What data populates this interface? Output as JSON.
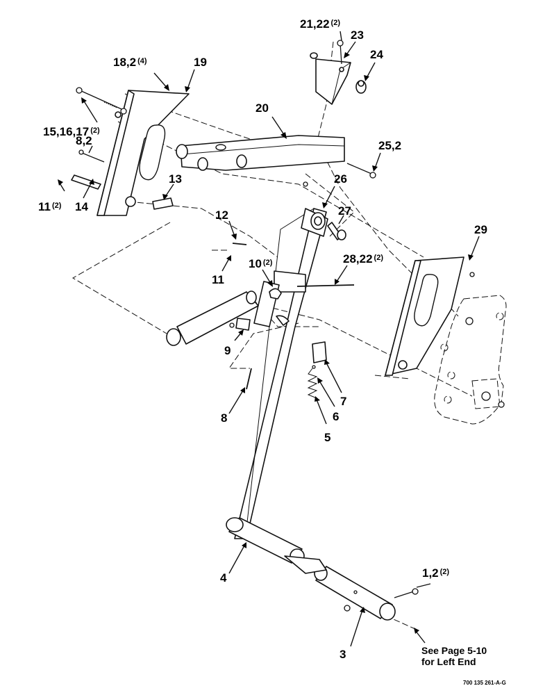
{
  "callouts": {
    "c1": {
      "num": "1,2",
      "qty": "(2)"
    },
    "c3": {
      "num": "3"
    },
    "c4": {
      "num": "4"
    },
    "c5": {
      "num": "5"
    },
    "c6": {
      "num": "6"
    },
    "c7": {
      "num": "7"
    },
    "c8a": {
      "num": "8"
    },
    "c8b": {
      "num": "8,2"
    },
    "c9": {
      "num": "9"
    },
    "c10": {
      "num": "10",
      "qty": "(2)"
    },
    "c11a": {
      "num": "11"
    },
    "c11b": {
      "num": "11",
      "qty": "(2)"
    },
    "c12": {
      "num": "12"
    },
    "c13": {
      "num": "13"
    },
    "c14": {
      "num": "14"
    },
    "c15": {
      "num": "15,16,17",
      "qty": "(2)"
    },
    "c18": {
      "num": "18,2",
      "qty": "(4)"
    },
    "c19": {
      "num": "19"
    },
    "c20": {
      "num": "20"
    },
    "c21": {
      "num": "21,22",
      "qty": "(2)"
    },
    "c23": {
      "num": "23"
    },
    "c24": {
      "num": "24"
    },
    "c25": {
      "num": "25,2"
    },
    "c26": {
      "num": "26"
    },
    "c27": {
      "num": "27"
    },
    "c28": {
      "num": "28,22",
      "qty": "(2)"
    },
    "c29": {
      "num": "29"
    }
  },
  "note": {
    "line1": "See Page 5-10",
    "line2": "for Left End"
  },
  "drawing_code": "700 135 261-A-G"
}
